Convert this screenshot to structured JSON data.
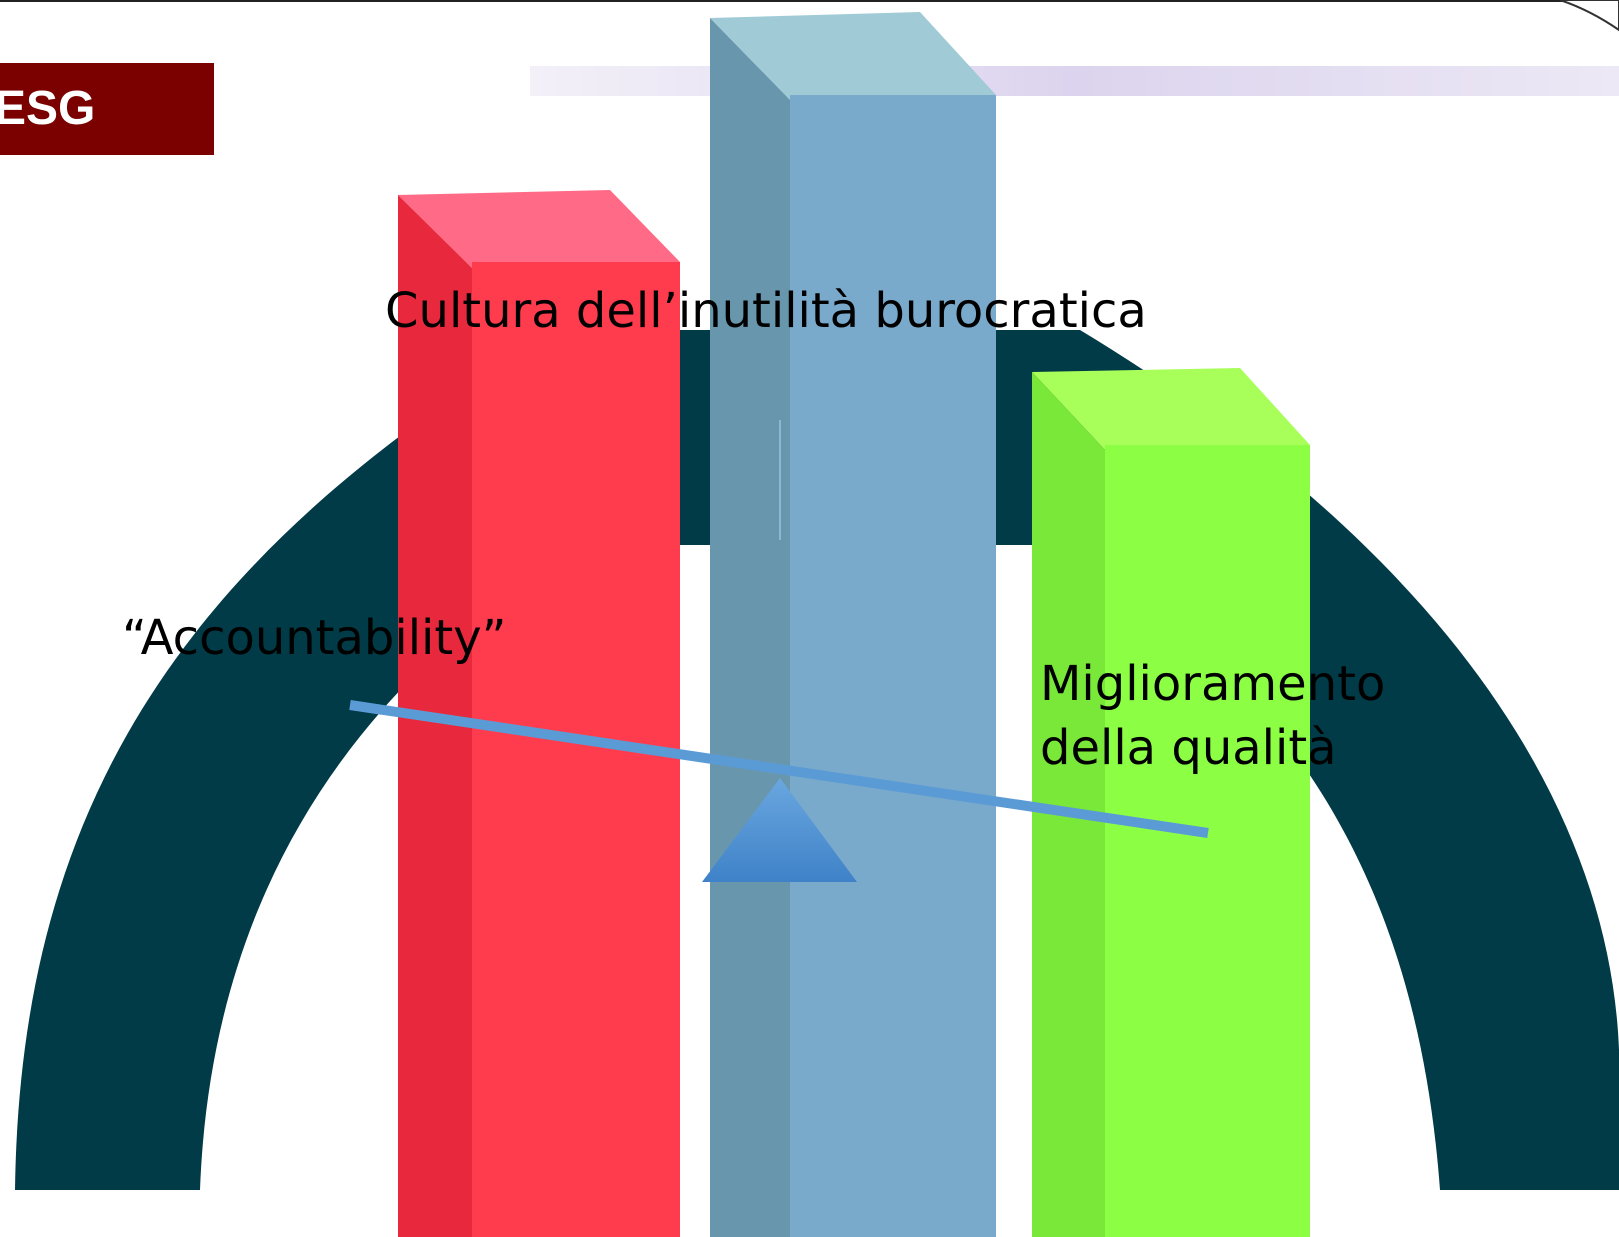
{
  "header": {
    "badge_label": "ESG"
  },
  "labels": {
    "top": "Cultura dell’inutilità burocratica",
    "left": "“Accountability”",
    "right_line1": "Miglioramento",
    "right_line2": "della qualità"
  },
  "colors": {
    "badge": "#7b0000",
    "arch": "#003b47",
    "pillar_red": "#ff3b4e",
    "pillar_blue": "#7aaacb",
    "pillar_green": "#8cff45",
    "balance": "#5b9bd5",
    "band": "#e2dcf0"
  }
}
